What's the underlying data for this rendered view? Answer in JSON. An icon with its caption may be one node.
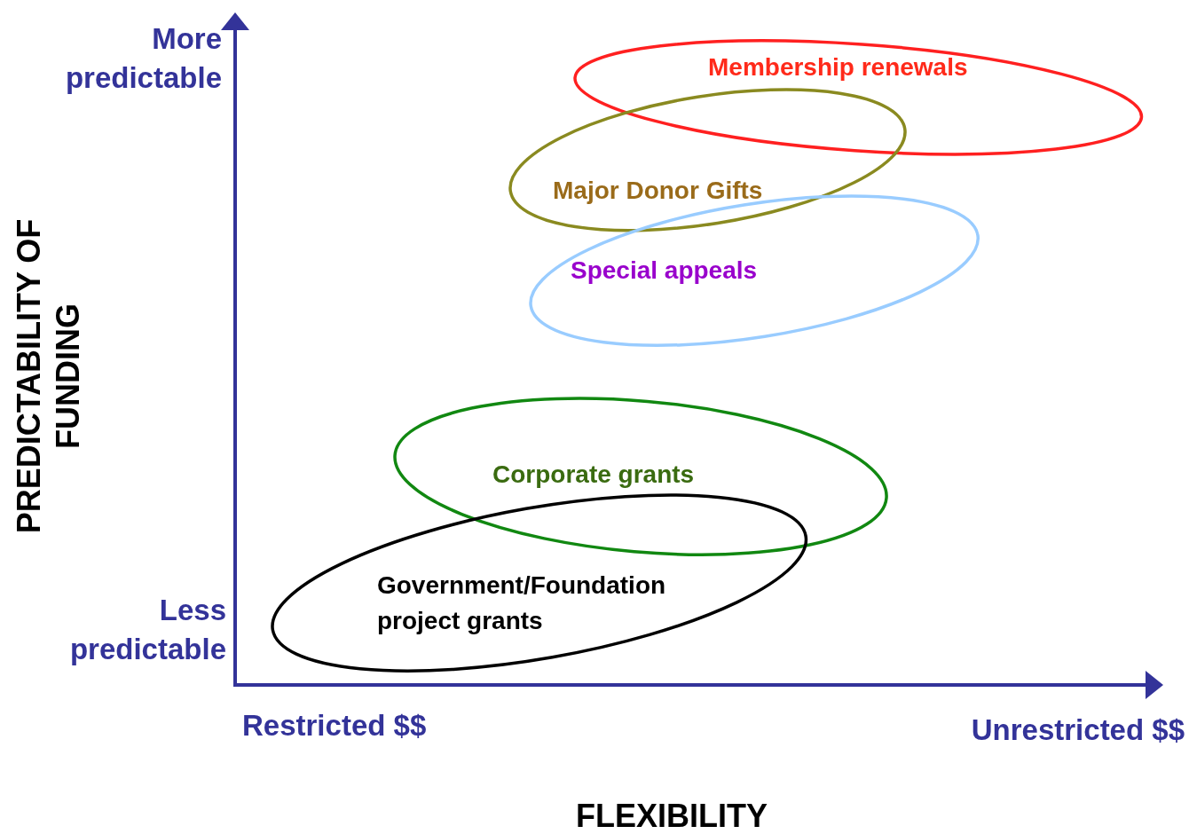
{
  "diagram": {
    "nodes": [
      {
        "text": [
          "Membership renewals"
        ]
      },
      {
        "text": [
          "Major Donor Gifts"
        ]
      },
      {
        "text": [
          "Special appeals"
        ]
      },
      {
        "text": [
          "Corporate grants"
        ]
      },
      {
        "text": [
          "Government/Foundation project grants"
        ]
      }
    ],
    "labels": [
      "More predictable",
      "PREDICTABILITY OF FUNDING",
      "Less predictable",
      "Restricted $$",
      "Unrestricted $$",
      "FLEXIBILITY"
    ]
  }
}
